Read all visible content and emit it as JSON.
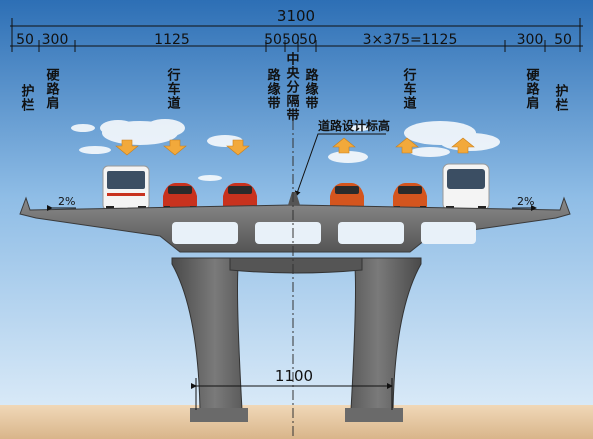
{
  "dimensions": {
    "total": "3100",
    "left_guardrail": "50",
    "left_shoulder": "300",
    "left_lanes": "1125",
    "left_edge_strip": "50",
    "median": "50",
    "right_edge_strip": "50",
    "right_lanes": "3×375=1125",
    "right_shoulder": "300",
    "right_guardrail": "50",
    "pier_spacing": "1100"
  },
  "labels": {
    "guardrail": "护栏",
    "hard_shoulder": "硬路肩",
    "carriageway": "行车道",
    "edge_strip": "路缘带",
    "central_median": "中央分隔带",
    "road_design_elevation": "道路设计标高",
    "cross_slope": "2%"
  },
  "colors": {
    "sky_top": "#2d6fb5",
    "sky_bottom": "#d6e8f6",
    "deck": "#6f6f6f",
    "pier": "#5b5b5b",
    "ground": "#e8c8a0",
    "arrow": "#f2a93b",
    "car_red": "#c8321e",
    "car_orange": "#d4551e"
  }
}
